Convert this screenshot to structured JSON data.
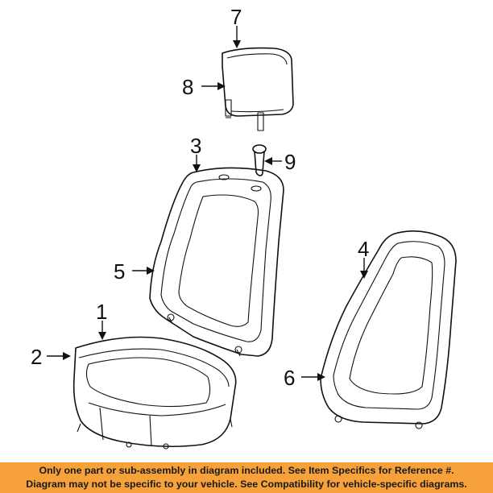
{
  "diagram": {
    "callouts": {
      "c1": "1",
      "c2": "2",
      "c3": "3",
      "c4": "4",
      "c5": "5",
      "c6": "6",
      "c7": "7",
      "c8": "8",
      "c9": "9"
    },
    "line_color": "#111111"
  },
  "footer": {
    "background": "#f6a13a",
    "line1": "Only one part or sub-assembly in diagram included. See Item Specifics for Reference #.",
    "line2": "Diagram may not be specific to your vehicle. See Compatibility for vehicle-specific diagrams."
  }
}
